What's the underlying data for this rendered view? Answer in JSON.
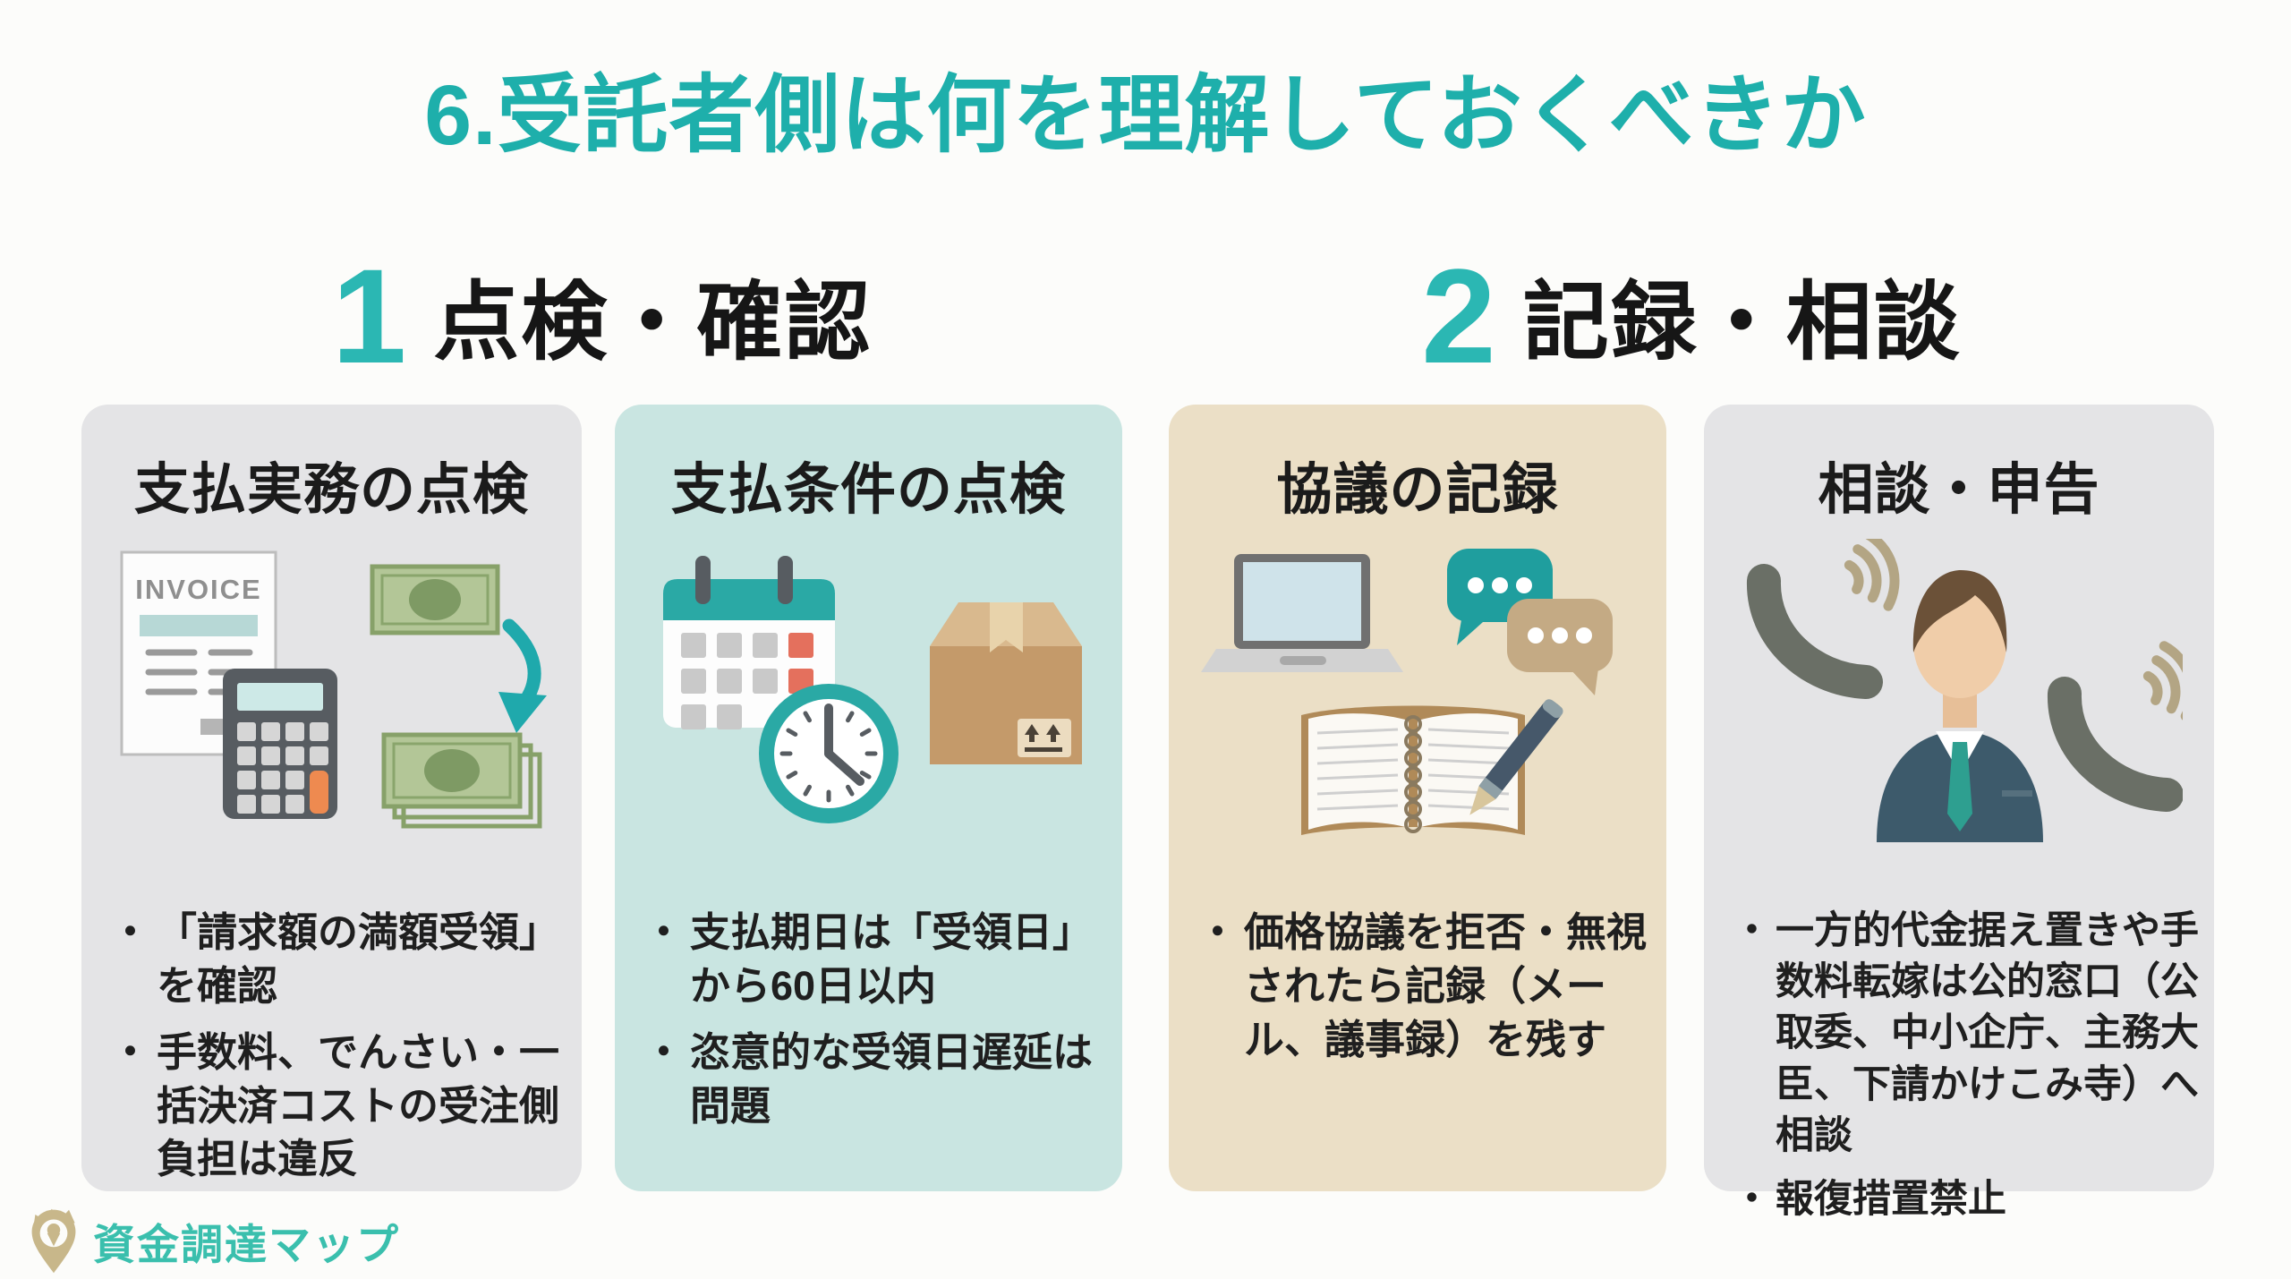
{
  "title": "6.受託者側は何を理解しておくべきか",
  "ui": {
    "bullet_marker": "・"
  },
  "colors": {
    "accent_teal": "#1EAFAB",
    "section_number_teal": "#2BB7B3",
    "card_gray_bg": "#E4E4E6",
    "card_teal_bg": "#C9E5E1",
    "card_beige_bg": "#EBDFC6",
    "text_dark": "#1B1B1B",
    "logo_gold": "#C8B78A",
    "logo_teal": "#3ABFAD"
  },
  "sections": [
    {
      "number": "1",
      "label": "点検・確認"
    },
    {
      "number": "2",
      "label": "記録・相談"
    }
  ],
  "cards": [
    {
      "title": "支払実務の点検",
      "icon": "invoice-calculator-money-icon",
      "invoice_label": "INVOICE",
      "bullets": [
        "「請求額の満額受領」を確認",
        "手数料、でんさい・一括決済コストの受注側負担は違反"
      ]
    },
    {
      "title": "支払条件の点検",
      "icon": "calendar-clock-package-icon",
      "bullets": [
        "支払期日は「受領日」から60日以内",
        "恣意的な受領日遅延は問題"
      ]
    },
    {
      "title": "協議の記録",
      "icon": "laptop-chat-notebook-icon",
      "bullets": [
        "価格協議を拒否・無視されたら記録（メール、議事録）を残す"
      ]
    },
    {
      "title": "相談・申告",
      "icon": "phones-businessman-icon",
      "bullets": [
        "一方的代金据え置きや手数料転嫁は公的窓口（公取委、中小企庁、主務大臣、下請かけこみ寺）へ相談",
        "報復措置禁止"
      ]
    }
  ],
  "footer": {
    "logo_text": "資金調達マップ"
  }
}
